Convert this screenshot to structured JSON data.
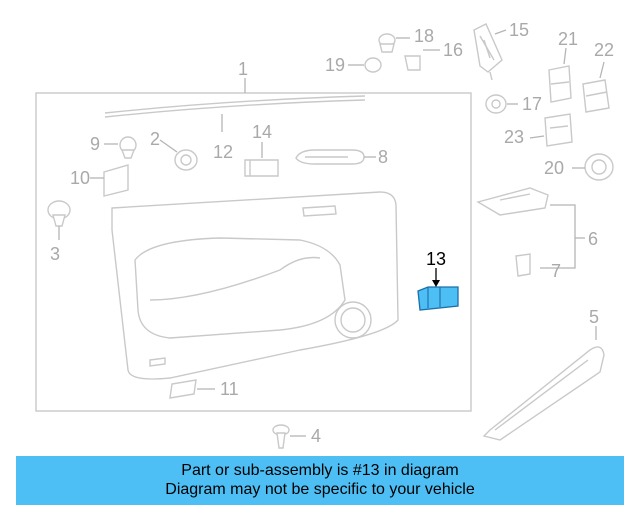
{
  "callouts": {
    "c1": "1",
    "c2": "2",
    "c3": "3",
    "c4": "4",
    "c5": "5",
    "c6": "6",
    "c7": "7",
    "c8": "8",
    "c9": "9",
    "c10": "10",
    "c11": "11",
    "c12": "12",
    "c13": "13",
    "c14": "14",
    "c15": "15",
    "c16": "16",
    "c17": "17",
    "c18": "18",
    "c19": "19",
    "c20": "20",
    "c21": "21",
    "c22": "22",
    "c23": "23"
  },
  "highlight": {
    "part_number": "13",
    "color": "#4dbff5"
  },
  "banner": {
    "line1": "Part or sub-assembly is #13 in diagram",
    "line2": "Diagram may not be specific to your vehicle",
    "background": "#4dbff5"
  }
}
